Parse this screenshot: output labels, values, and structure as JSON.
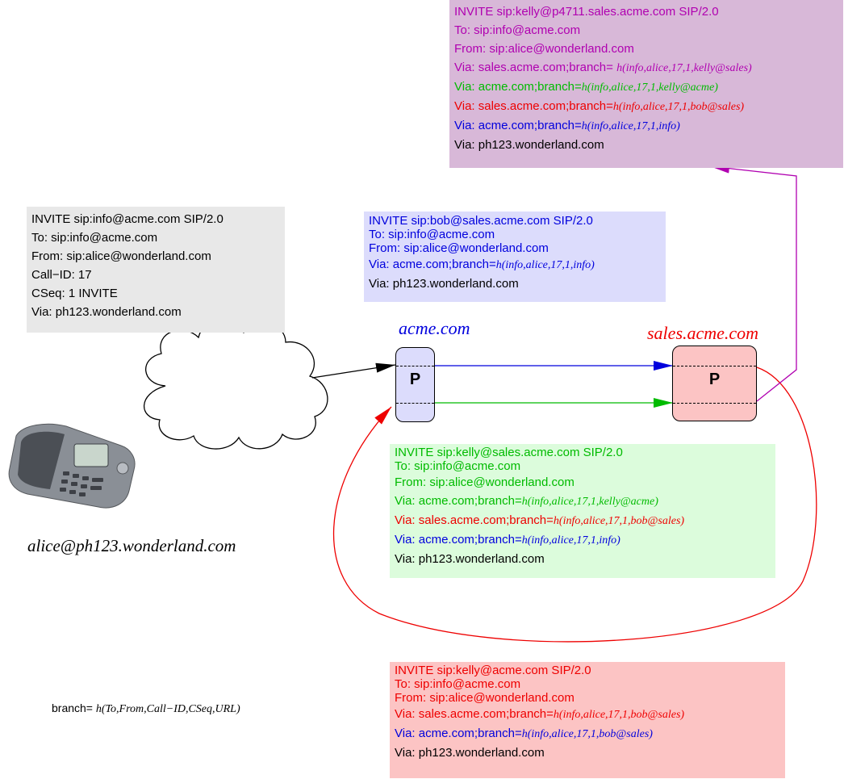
{
  "colors": {
    "purple": "#b000b0",
    "green": "#00bb00",
    "red": "#ee0000",
    "blue": "#0000dd",
    "black": "#000000",
    "box_purple_bg": "#d8b8d8",
    "box_gray_bg": "#e8e8e8",
    "box_blue_bg": "#dcdcfc",
    "box_green_bg": "#dcfcdc",
    "box_red_bg": "#fcc4c4",
    "proxy_acme_bg": "#dcdcfc",
    "proxy_sales_bg": "#fcc4c4"
  },
  "labels": {
    "acme": "acme.com",
    "sales": "sales.acme.com",
    "alice": "alice@ph123.wonderland.com"
  },
  "proxies": {
    "acme_p": "P",
    "sales_p": "P"
  },
  "icons": {
    "cloud": "cloud-icon",
    "phone": "desk-phone-icon"
  },
  "branch_formula": {
    "prefix": "branch= ",
    "formula": "h(To,From,Call−ID,CSeq,URL)"
  },
  "boxes": {
    "gray": [
      {
        "color": "black",
        "text": "INVITE sip:info@acme.com SIP/2.0",
        "it": ""
      },
      {
        "color": "black",
        "text": "To: sip:info@acme.com",
        "it": ""
      },
      {
        "color": "black",
        "text": "From: sip:alice@wonderland.com",
        "it": ""
      },
      {
        "color": "black",
        "text": "Call−ID: 17",
        "it": ""
      },
      {
        "color": "black",
        "text": "CSeq: 1 INVITE",
        "it": ""
      },
      {
        "color": "black",
        "text": "Via: ph123.wonderland.com",
        "it": ""
      }
    ],
    "purple": [
      {
        "color": "purple",
        "text": "INVITE sip:kelly@p4711.sales.acme.com SIP/2.0",
        "it": ""
      },
      {
        "color": "purple",
        "text": "To: sip:info@acme.com",
        "it": ""
      },
      {
        "color": "purple",
        "text": "From: sip:alice@wonderland.com",
        "it": ""
      },
      {
        "color": "purple",
        "text": "Via: sales.acme.com;branch= ",
        "it": "h(info,alice,17,1,kelly@sales)"
      },
      {
        "color": "green",
        "text": "Via: acme.com;branch=",
        "it": "h(info,alice,17,1,kelly@acme)"
      },
      {
        "color": "red",
        "text": "Via: sales.acme.com;branch=",
        "it": "h(info,alice,17,1,bob@sales)"
      },
      {
        "color": "blue",
        "text": "Via: acme.com;branch=",
        "it": "h(info,alice,17,1,info)"
      },
      {
        "color": "black",
        "text": "Via: ph123.wonderland.com",
        "it": ""
      }
    ],
    "blue": [
      {
        "color": "blue",
        "text": "INVITE sip:bob@sales.acme.com SIP/2.0",
        "it": ""
      },
      {
        "color": "blue",
        "text": "To: sip:info@acme.com",
        "it": ""
      },
      {
        "color": "blue",
        "text": "From: sip:alice@wonderland.com",
        "it": ""
      },
      {
        "color": "blue",
        "text": "Via: acme.com;branch=",
        "it": "h(info,alice,17,1,info)"
      },
      {
        "color": "black",
        "text": "Via: ph123.wonderland.com",
        "it": ""
      }
    ],
    "green": [
      {
        "color": "green",
        "text": "INVITE sip:kelly@sales.acme.com SIP/2.0",
        "it": ""
      },
      {
        "color": "green",
        "text": "To: sip:info@acme.com",
        "it": ""
      },
      {
        "color": "green",
        "text": "From: sip:alice@wonderland.com",
        "it": ""
      },
      {
        "color": "green",
        "text": "Via: acme.com;branch=",
        "it": "h(info,alice,17,1,kelly@acme)"
      },
      {
        "color": "red",
        "text": "Via: sales.acme.com;branch=",
        "it": "h(info,alice,17,1,bob@sales)"
      },
      {
        "color": "blue",
        "text": "Via: acme.com;branch=",
        "it": "h(info,alice,17,1,info)"
      },
      {
        "color": "black",
        "text": "Via: ph123.wonderland.com",
        "it": ""
      }
    ],
    "red": [
      {
        "color": "red",
        "text": "INVITE sip:kelly@acme.com SIP/2.0",
        "it": ""
      },
      {
        "color": "red",
        "text": "To: sip:info@acme.com",
        "it": ""
      },
      {
        "color": "red",
        "text": "From: sip:alice@wonderland.com",
        "it": ""
      },
      {
        "color": "red",
        "text": "Via: sales.acme.com;branch=",
        "it": "h(info,alice,17,1,bob@sales)"
      },
      {
        "color": "blue",
        "text": "Via: acme.com;branch=",
        "it": "h(info,alice,17,1,bob@sales)"
      },
      {
        "color": "black",
        "text": "Via: ph123.wonderland.com",
        "it": ""
      }
    ]
  }
}
